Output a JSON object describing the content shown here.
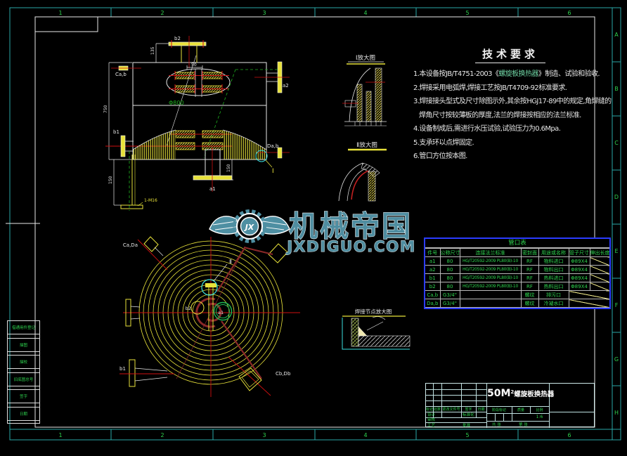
{
  "frame": {
    "zones_top": [
      "1",
      "2",
      "3",
      "4",
      "5",
      "6"
    ],
    "zones_bottom": [
      "1",
      "2",
      "3",
      "4",
      "5",
      "6"
    ],
    "zones_right": [
      "A",
      "B",
      "C",
      "D",
      "E",
      "F",
      "G",
      "H"
    ]
  },
  "tech": {
    "title": "技术要求",
    "l1a": "1.本设备按JB/T4751-2003《",
    "l1b": "螺旋板换热器",
    "l1c": "》制造、试验和验收.",
    "l2": "2.焊接采用电弧焊,焊接工艺按JB/T4709-92标准要求.",
    "l3": "3.焊接接头型式及尺寸除图示外,其余按HGJ17-89中的规定,角焊缝的",
    "l4": "焊角尺寸按较薄板的厚度,法兰的焊接按相应的法兰标准.",
    "l5": "4.设备制成后,需进行水压试验,试验压力为0.6Mpa.",
    "l6": "5.支承环以点焊固定.",
    "l7": "6.管口方位按本图."
  },
  "labels": {
    "front_b2": "b2",
    "front_dim135": "135",
    "front_dim50": "50",
    "front_cab": "Ca,b",
    "front_a2": "a2",
    "front_phi": "Φ800",
    "front_dim750": "750",
    "front_b1": "b1",
    "front_dab": "Da,b",
    "front_detail1": "I",
    "front_dim150r": "150",
    "front_dim150l": "150",
    "front_a1": "a1",
    "front_anchor": "1-M16",
    "sp_cada": "Ca,Da",
    "sp_b2": "b2",
    "sp_a1": "a1",
    "sp_b1": "b1",
    "sp_cbdb": "Cb,Db",
    "sp_detail2": "Ⅱ",
    "t_detail1": "Ⅰ放大图",
    "t_detail2": "Ⅱ放大图",
    "t_weld": "焊接节点放大图",
    "wm1": "机械帝国",
    "wm2": "JXDIGUO.COM",
    "wm_jx": "JX"
  },
  "nozzle_table": {
    "title": "管口表",
    "headers": [
      "件号",
      "公称尺寸",
      "连接法兰标准",
      "密封面",
      "用途或名称",
      "管子尺寸",
      "伸出长度"
    ],
    "rows": [
      [
        "a1",
        "80",
        "HG/T20592-2009 PL80(B)-10",
        "RF",
        "物料进口",
        "Φ89X4",
        ""
      ],
      [
        "a2",
        "80",
        "HG/T20592-2009 PL80(B)-10",
        "RF",
        "物料出口",
        "Φ89X4",
        ""
      ],
      [
        "b1",
        "80",
        "HG/T20592-2009 PL80(B)-10",
        "RF",
        "热料进口",
        "Φ89X4",
        ""
      ],
      [
        "b2",
        "80",
        "HG/T20592-2009 PL80(B)-10",
        "RF",
        "热料出口",
        "Φ89X4",
        ""
      ],
      [
        "Ca,b",
        "G3/4\"",
        "",
        "螺纹",
        "排污口",
        "",
        ""
      ],
      [
        "Da,b",
        "G3/4\"",
        "",
        "螺纹",
        "冷凝水口",
        "",
        ""
      ]
    ]
  },
  "title_block": {
    "product_prefix": "50M",
    "product_sup": "2",
    "product_suffix": "螺旋板换热器",
    "rev_headers": [
      "标记",
      "处数",
      "更改文件号",
      "签字",
      "日期"
    ],
    "design": "设计",
    "standardize": "标准化",
    "check": "审核",
    "process": "工艺",
    "approve": "批准",
    "stage": "阶段标记",
    "weight": "质量",
    "scale": "比例",
    "scale_value": "1:6",
    "sheets_total": "共 张",
    "sheet_no": "第 张"
  },
  "side_strip": {
    "labels": [
      "借通用件登记",
      "描图",
      "描校",
      "旧底图总号",
      "签字",
      "日期"
    ]
  }
}
